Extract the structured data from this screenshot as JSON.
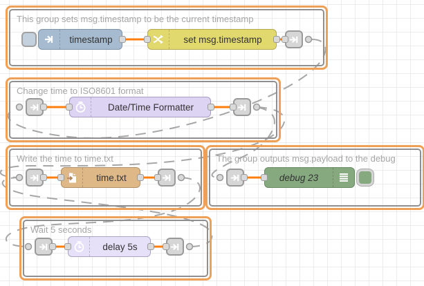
{
  "editor": {
    "description": "Node-RED flow editor workspace with five grouped node flows connected by dashed link wires"
  },
  "colors": {
    "group_border_outer": "#efa057",
    "group_border_inner": "#8f8f8f",
    "wire_solid": "#ff7f0e",
    "wire_link_dashed": "#a6a6a6",
    "node_inject": "#a6bbcf",
    "node_change": "#e2d96e",
    "node_moment": "#ddd3f2",
    "node_file": "#deb887",
    "node_debug": "#87a980",
    "node_delay": "#e6e0f8",
    "node_link": "#d6d6d6",
    "grid": "#ececec"
  },
  "groups": [
    {
      "title": "This group sets msg.timestamp to be the current timestamp",
      "nodes": [
        {
          "label": "timestamp",
          "type": "inject"
        },
        {
          "label": "set msg.timestamp",
          "type": "change"
        },
        {
          "label": "",
          "type": "link out"
        }
      ]
    },
    {
      "title": "Change time to ISO8601 format",
      "nodes": [
        {
          "label": "",
          "type": "link in"
        },
        {
          "label": "Date/Time Formatter",
          "type": "date-time-formatter"
        },
        {
          "label": "",
          "type": "link out"
        }
      ]
    },
    {
      "title": "Write the time to time.txt",
      "nodes": [
        {
          "label": "",
          "type": "link in"
        },
        {
          "label": "time.txt",
          "type": "file"
        },
        {
          "label": "",
          "type": "link out"
        }
      ]
    },
    {
      "title": "The group outputs msg.payload to the debug",
      "nodes": [
        {
          "label": "",
          "type": "link in"
        },
        {
          "label": "debug 23",
          "type": "debug"
        }
      ]
    },
    {
      "title": "Wait 5 seconds",
      "nodes": [
        {
          "label": "",
          "type": "link in"
        },
        {
          "label": "delay 5s",
          "type": "delay"
        },
        {
          "label": "",
          "type": "link out"
        }
      ]
    }
  ]
}
